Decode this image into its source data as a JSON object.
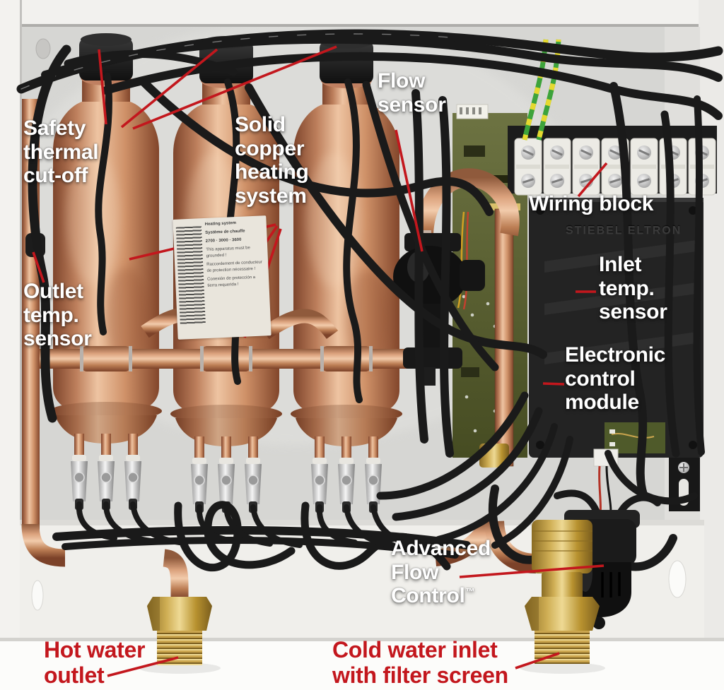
{
  "figure": {
    "module_embossed": "STIEBEL ELTRON"
  },
  "colors": {
    "annotation_red": "#c3171d",
    "label_white": "#ffffff",
    "copper": "#c98a64",
    "brass": "#c7a049",
    "pcb_green": "#636a38",
    "cable_black": "#1a1a1a",
    "panel_gray": "#d6d6d3"
  },
  "callouts": {
    "safety_thermal_cutoff": {
      "text": "Safety\nthermal\ncut-off"
    },
    "solid_copper": {
      "text": "Solid\ncopper\nheating\nsystem"
    },
    "flow_sensor": {
      "text": "Flow\nsensor"
    },
    "wiring_block": {
      "text": "Wiring block"
    },
    "outlet_temp_sensor": {
      "text": "Outlet\ntemp.\nsensor"
    },
    "inlet_temp_sensor": {
      "text": "Inlet\ntemp.\nsensor"
    },
    "electronic_control_module": {
      "text": "Electronic\ncontrol\nmodule"
    },
    "advanced_flow_control": {
      "text": "Advanced\nFlow\nControl",
      "trademark": "™"
    },
    "hot_water_outlet": {
      "text": "Hot water\noutlet"
    },
    "cold_water_inlet": {
      "text": "Cold water inlet\nwith filter screen"
    }
  },
  "spec_sticker": {
    "lines": [
      "Heating system",
      "Système de chauffe",
      "2700 · 3000 · 3600",
      "This apparatus must be grounded !",
      "Raccordement de conducteur de protection nécessaire !",
      "Conexión de protección a tierra requerida !"
    ]
  }
}
